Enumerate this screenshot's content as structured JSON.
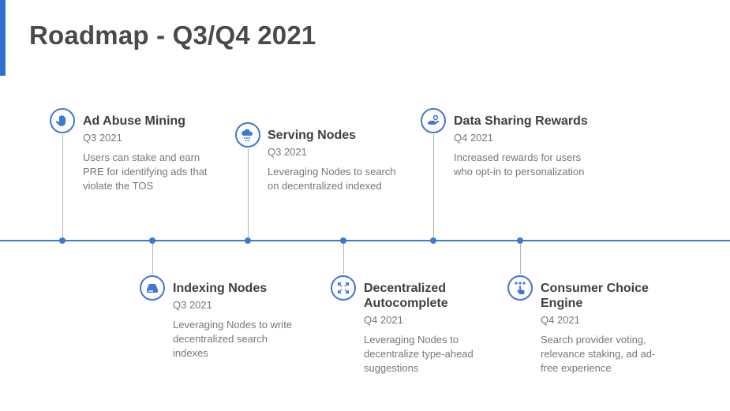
{
  "page": {
    "title": "Roadmap - Q3/Q4 2021"
  },
  "colors": {
    "accent": "#2f6fce",
    "timeline": "#3d78d1",
    "connector": "#b5b5b5"
  },
  "items": [
    {
      "title": "Ad Abuse Mining",
      "date": "Q3 2021",
      "description": "Users can stake and earn PRE for identifying ads that violate the TOS",
      "icon": "hand-stop-icon"
    },
    {
      "title": "Serving Nodes",
      "date": "Q3 2021",
      "description": "Leveraging Nodes to search on decentralized indexed",
      "icon": "cloud-icon"
    },
    {
      "title": "Data Sharing Rewards",
      "date": "Q4 2021",
      "description": "Increased rewards for users who opt-in to personalization",
      "icon": "hand-coin-icon"
    },
    {
      "title": "Indexing Nodes",
      "date": "Q3 2021",
      "description": "Leveraging Nodes to write decentralized search indexes",
      "icon": "storage-icon"
    },
    {
      "title": "Decentralized Autocomplete",
      "date": "Q4 2021",
      "description": "Leveraging Nodes to decentralize type-ahead suggestions",
      "icon": "expand-arrows-icon"
    },
    {
      "title": "Consumer Choice Engine",
      "date": "Q4 2021",
      "description": "Search provider voting, relevance staking, ad ad-free experience",
      "icon": "touch-icon"
    }
  ]
}
